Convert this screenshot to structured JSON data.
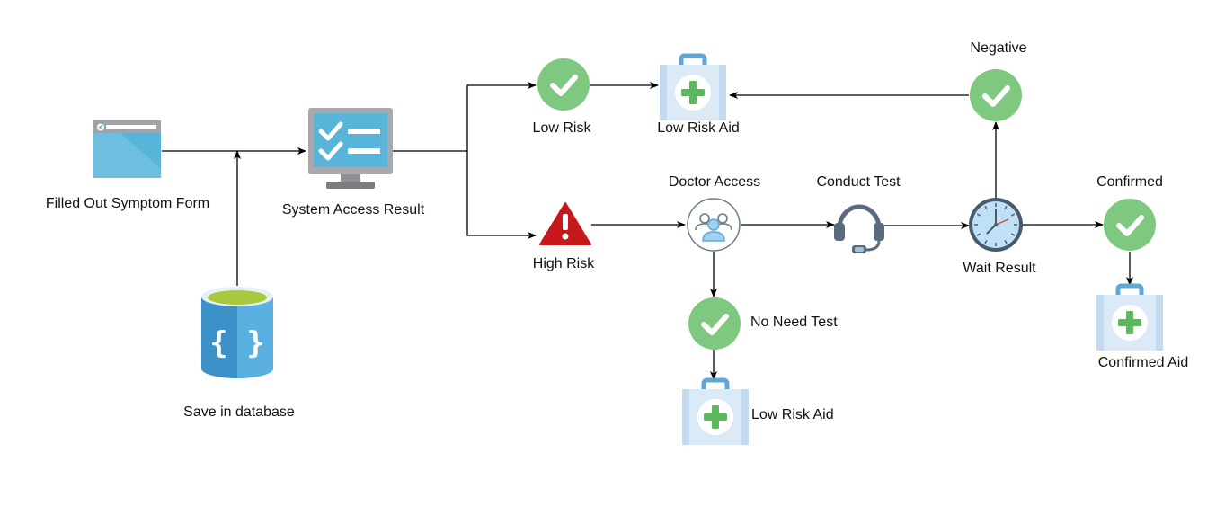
{
  "nodes": {
    "form": {
      "label": "Filled Out Symptom Form",
      "icon": "web-form-icon"
    },
    "database": {
      "label": "Save in database",
      "icon": "database-icon"
    },
    "system": {
      "label": "System Access Result",
      "icon": "monitor-checklist-icon"
    },
    "low_risk": {
      "label": "Low Risk",
      "icon": "check-circle-icon"
    },
    "low_risk_aid_top": {
      "label": "Low Risk Aid",
      "icon": "first-aid-kit-icon"
    },
    "high_risk": {
      "label": "High Risk",
      "icon": "warning-triangle-icon"
    },
    "doctor": {
      "label": "Doctor Access",
      "icon": "doctor-group-icon"
    },
    "no_need_test": {
      "label": "No Need Test",
      "icon": "check-circle-icon"
    },
    "low_risk_aid_bottom": {
      "label": "Low Risk Aid",
      "icon": "first-aid-kit-icon"
    },
    "conduct_test": {
      "label": "Conduct Test",
      "icon": "headset-icon"
    },
    "wait_result": {
      "label": "Wait Result",
      "icon": "clock-icon"
    },
    "negative": {
      "label": "Negative",
      "icon": "check-circle-icon"
    },
    "confirmed": {
      "label": "Confirmed",
      "icon": "check-circle-icon"
    },
    "confirmed_aid": {
      "label": "Confirmed Aid",
      "icon": "first-aid-kit-icon"
    }
  },
  "colors": {
    "check_green": "#7ec87f",
    "alert_red": "#c7181c",
    "kit_light": "#dbeaf7",
    "kit_blue": "#5ea7d8",
    "monitor_gray": "#a7a9ac",
    "db_blue": "#3c91c9",
    "db_green": "#a8c93c",
    "arrow": "#000000"
  }
}
